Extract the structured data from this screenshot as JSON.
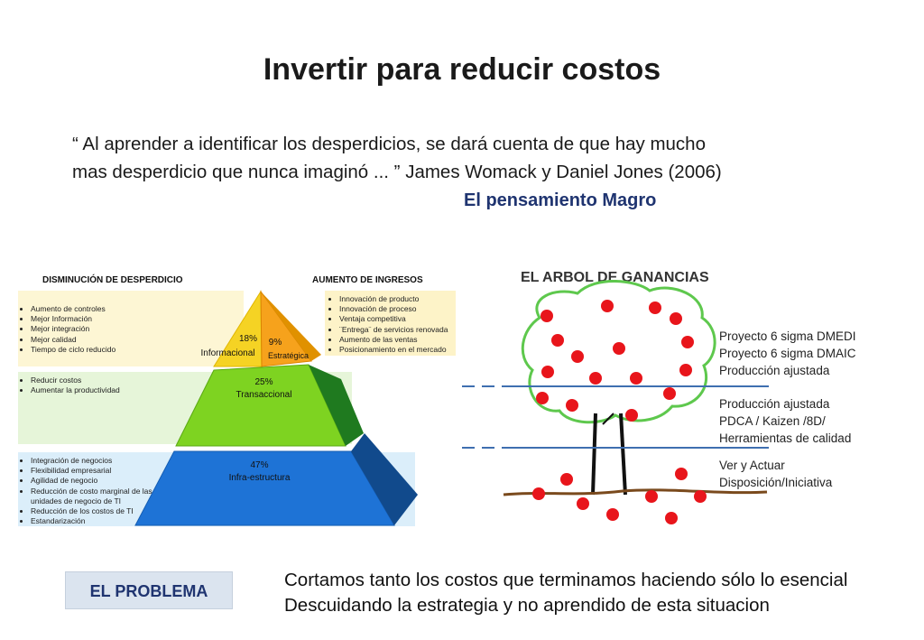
{
  "title": "Invertir para reducir costos",
  "quote": {
    "line1": "“ Al aprender a identificar los desperdicios, se dará cuenta de que hay mucho",
    "line2": "mas desperdicio que nunca imaginó ... ” James Womack y Daniel Jones (2006)",
    "source": "El pensamiento Magro"
  },
  "pyramid": {
    "left_header": "DISMINUCIÓN DE DESPERDICIO",
    "right_header": "AUMENTO DE INGRESOS",
    "top_left_items": [
      "Aumento de controles",
      "Mejor Información",
      "Mejor integración",
      "Mejor calidad",
      "Tiempo de ciclo reducido"
    ],
    "right_items": [
      "Innovación de producto",
      "Innovación de proceso",
      "Ventaja competitiva",
      "¨Entrega¨ de servicios renovada",
      "Aumento de las ventas",
      "Posicionamiento en el mercado"
    ],
    "middle_items": [
      "Reducir costos",
      "Aumentar la productividad"
    ],
    "bottom_items": [
      "Integración de negocios",
      "Flexibilidad empresarial",
      "Agilidad de negocio",
      "Reducción de costo marginal de las unidades de negocio de TI",
      "Reducción de los costos de TI",
      "Estandarización"
    ],
    "levels": {
      "informacional": {
        "pct": "18%",
        "name": "Informacional"
      },
      "estrategica": {
        "pct": "9%",
        "name": "Estratégica"
      },
      "transaccional": {
        "pct": "25%",
        "name": "Transaccional"
      },
      "infra": {
        "pct": "47%",
        "name": "Infra-estructura"
      }
    },
    "colors": {
      "yellow": "#f5d324",
      "orange": "#f6a21c",
      "green": "#7ed321",
      "dark_green": "#1f7a1f",
      "blue": "#1e73d6",
      "dark_blue": "#114a8c"
    }
  },
  "tree": {
    "title": "EL ARBOL DE GANANCIAS",
    "top_labels": [
      "Proyecto 6 sigma DMEDI",
      "Proyecto 6 sigma DMAIC",
      "Producción ajustada"
    ],
    "middle_labels": [
      "Producción ajustada",
      "PDCA / Kaizen /8D/",
      "Herramientas de calidad"
    ],
    "bottom_labels": [
      "Ver y Actuar",
      "Disposición/Iniciativa"
    ],
    "fruit_color": "#e8151b",
    "line_color": "#3f6fb0"
  },
  "problem_label": "EL PROBLEMA",
  "conclusion": {
    "line1": "Cortamos tanto los costos que terminamos haciendo sólo lo esencial",
    "line2": "Descuidando la estrategia y no aprendido de esta situacion"
  }
}
